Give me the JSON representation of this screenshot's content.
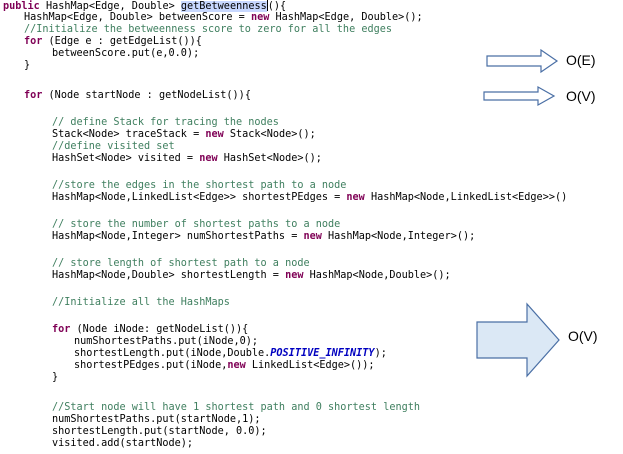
{
  "code": {
    "method_name": "getBetweenness",
    "lines": [
      {
        "indent": 0,
        "parts": [
          {
            "c": "kw",
            "t": "public "
          },
          {
            "c": "ty",
            "t": "HashMap<Edge, Double> "
          },
          {
            "c": "hl",
            "t": "getBetweenness"
          },
          {
            "c": "caret",
            "t": ""
          },
          {
            "c": "ty",
            "t": "(){"
          }
        ]
      },
      {
        "indent": 1,
        "parts": [
          {
            "c": "ty",
            "t": "HashMap<Edge, Double> betweenScore = "
          },
          {
            "c": "kw",
            "t": "new "
          },
          {
            "c": "ty",
            "t": "HashMap<Edge, Double>();"
          }
        ]
      },
      {
        "indent": 1,
        "parts": [
          {
            "c": "cm",
            "t": "//Initialize the betweenness score to zero for all the edges"
          }
        ]
      },
      {
        "indent": 1,
        "parts": [
          {
            "c": "kw",
            "t": "for "
          },
          {
            "c": "ty",
            "t": "(Edge e : getEdgeList()){"
          }
        ]
      },
      {
        "indent": 2,
        "parts": [
          {
            "c": "ty",
            "t": "betweenScore.put(e,0.0);"
          }
        ]
      },
      {
        "indent": 1,
        "parts": [
          {
            "c": "ty",
            "t": "}"
          }
        ]
      },
      {
        "indent": 1,
        "parts": [
          {
            "c": "kw",
            "t": "for "
          },
          {
            "c": "ty",
            "t": "(Node startNode : getNodeList()){"
          }
        ]
      },
      {
        "indent": 2,
        "parts": [
          {
            "c": "cm",
            "t": "// define Stack for tracing the nodes"
          }
        ]
      },
      {
        "indent": 2,
        "parts": [
          {
            "c": "ty",
            "t": "Stack<Node> traceStack = "
          },
          {
            "c": "kw",
            "t": "new "
          },
          {
            "c": "ty",
            "t": "Stack<Node>();"
          }
        ]
      },
      {
        "indent": 2,
        "parts": [
          {
            "c": "cm",
            "t": "//define visited set"
          }
        ]
      },
      {
        "indent": 2,
        "parts": [
          {
            "c": "ty",
            "t": "HashSet<Node> visited = "
          },
          {
            "c": "kw",
            "t": "new "
          },
          {
            "c": "ty",
            "t": "HashSet<Node>();"
          }
        ]
      },
      {
        "indent": 2,
        "parts": [
          {
            "c": "cm",
            "t": "//store the edges in the shortest path to a node"
          }
        ]
      },
      {
        "indent": 2,
        "parts": [
          {
            "c": "ty",
            "t": "HashMap<Node,LinkedList<Edge>> shortestPEdges = "
          },
          {
            "c": "kw",
            "t": "new "
          },
          {
            "c": "ty",
            "t": "HashMap<Node,LinkedList<Edge>>()"
          }
        ]
      },
      {
        "indent": 2,
        "parts": [
          {
            "c": "cm",
            "t": "// store the number of shortest paths to a node"
          }
        ]
      },
      {
        "indent": 2,
        "parts": [
          {
            "c": "ty",
            "t": "HashMap<Node,Integer> numShortestPaths = "
          },
          {
            "c": "kw",
            "t": "new "
          },
          {
            "c": "ty",
            "t": "HashMap<Node,Integer>();"
          }
        ]
      },
      {
        "indent": 2,
        "parts": [
          {
            "c": "cm",
            "t": "// store length of shortest path to a node"
          }
        ]
      },
      {
        "indent": 2,
        "parts": [
          {
            "c": "ty",
            "t": "HashMap<Node,Double> shortestLength = "
          },
          {
            "c": "kw",
            "t": "new "
          },
          {
            "c": "ty",
            "t": "HashMap<Node,Double>();"
          }
        ]
      },
      {
        "indent": 2,
        "parts": [
          {
            "c": "cm",
            "t": "//Initialize all the HashMaps"
          }
        ]
      },
      {
        "indent": 2,
        "parts": [
          {
            "c": "kw",
            "t": "for "
          },
          {
            "c": "ty",
            "t": "(Node iNode: getNodeList()){"
          }
        ]
      },
      {
        "indent": 3,
        "parts": [
          {
            "c": "ty",
            "t": "numShortestPaths.put(iNode,0);"
          }
        ]
      },
      {
        "indent": 3,
        "parts": [
          {
            "c": "ty",
            "t": "shortestLength.put(iNode,Double."
          },
          {
            "c": "it",
            "t": "POSITIVE_INFINITY"
          },
          {
            "c": "ty",
            "t": ");"
          }
        ]
      },
      {
        "indent": 3,
        "parts": [
          {
            "c": "ty",
            "t": "shortestPEdges.put(iNode,"
          },
          {
            "c": "kw",
            "t": "new "
          },
          {
            "c": "ty",
            "t": "LinkedList<Edge>());"
          }
        ]
      },
      {
        "indent": 2,
        "parts": [
          {
            "c": "ty",
            "t": "}"
          }
        ]
      },
      {
        "indent": 2,
        "parts": [
          {
            "c": "cm",
            "t": "//Start node will have 1 shortest path and 0 shortest length"
          }
        ]
      },
      {
        "indent": 2,
        "parts": [
          {
            "c": "ty",
            "t": "numShortestPaths.put(startNode,1);"
          }
        ]
      },
      {
        "indent": 2,
        "parts": [
          {
            "c": "ty",
            "t": "shortestLength.put(startNode, 0.0);"
          }
        ]
      },
      {
        "indent": 2,
        "parts": [
          {
            "c": "ty",
            "t": "visited.add(startNode);"
          }
        ]
      }
    ]
  },
  "annotations": [
    {
      "name": "edge-loop-complexity",
      "label": "O(E)",
      "style": "thin"
    },
    {
      "name": "node-loop-complexity",
      "label": "O(V)",
      "style": "thin"
    },
    {
      "name": "init-loop-complexity",
      "label": "O(V)",
      "style": "block"
    }
  ],
  "colors": {
    "keyword": "#7f0055",
    "comment": "#3f7f5f",
    "constant": "#0000c0",
    "selection": "#c8d8ff",
    "arrow_fill": "#dbe8f5",
    "arrow_stroke": "#4a6fa5"
  }
}
